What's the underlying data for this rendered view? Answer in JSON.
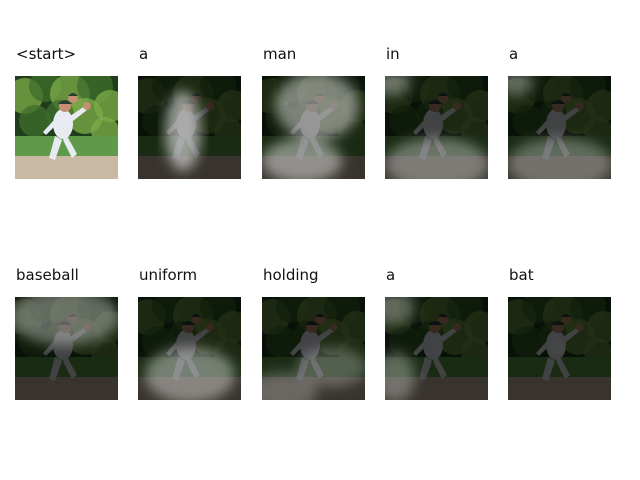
{
  "figure": {
    "words": [
      "<start>",
      "a",
      "man",
      "in",
      "a",
      "baseball",
      "uniform",
      "holding",
      "a",
      "bat"
    ]
  },
  "scene": {
    "colors": {
      "foliage_dark": "#1f3d1a",
      "foliage_mid": "#3f6e2c",
      "foliage_light": "#7fae4a",
      "grass": "#5f9a4a",
      "dirt": "#c9b9a3",
      "uniform": "#e8ecf2",
      "skin": "#c48f74",
      "cap": "#2b3c33"
    }
  },
  "attention": [
    null,
    {
      "focus": "center",
      "strength": 0.55
    },
    {
      "focus": "upper-center",
      "strength": 0.45
    },
    {
      "focus": "bottom",
      "strength": 0.35
    },
    {
      "focus": "bottom",
      "strength": 0.3
    },
    {
      "focus": "top",
      "strength": 0.35
    },
    {
      "focus": "lower-center",
      "strength": 0.4
    },
    {
      "focus": "bottom-left",
      "strength": 0.25
    },
    {
      "focus": "left-edge",
      "strength": 0.3
    },
    {
      "focus": "none",
      "strength": 0.1
    }
  ]
}
